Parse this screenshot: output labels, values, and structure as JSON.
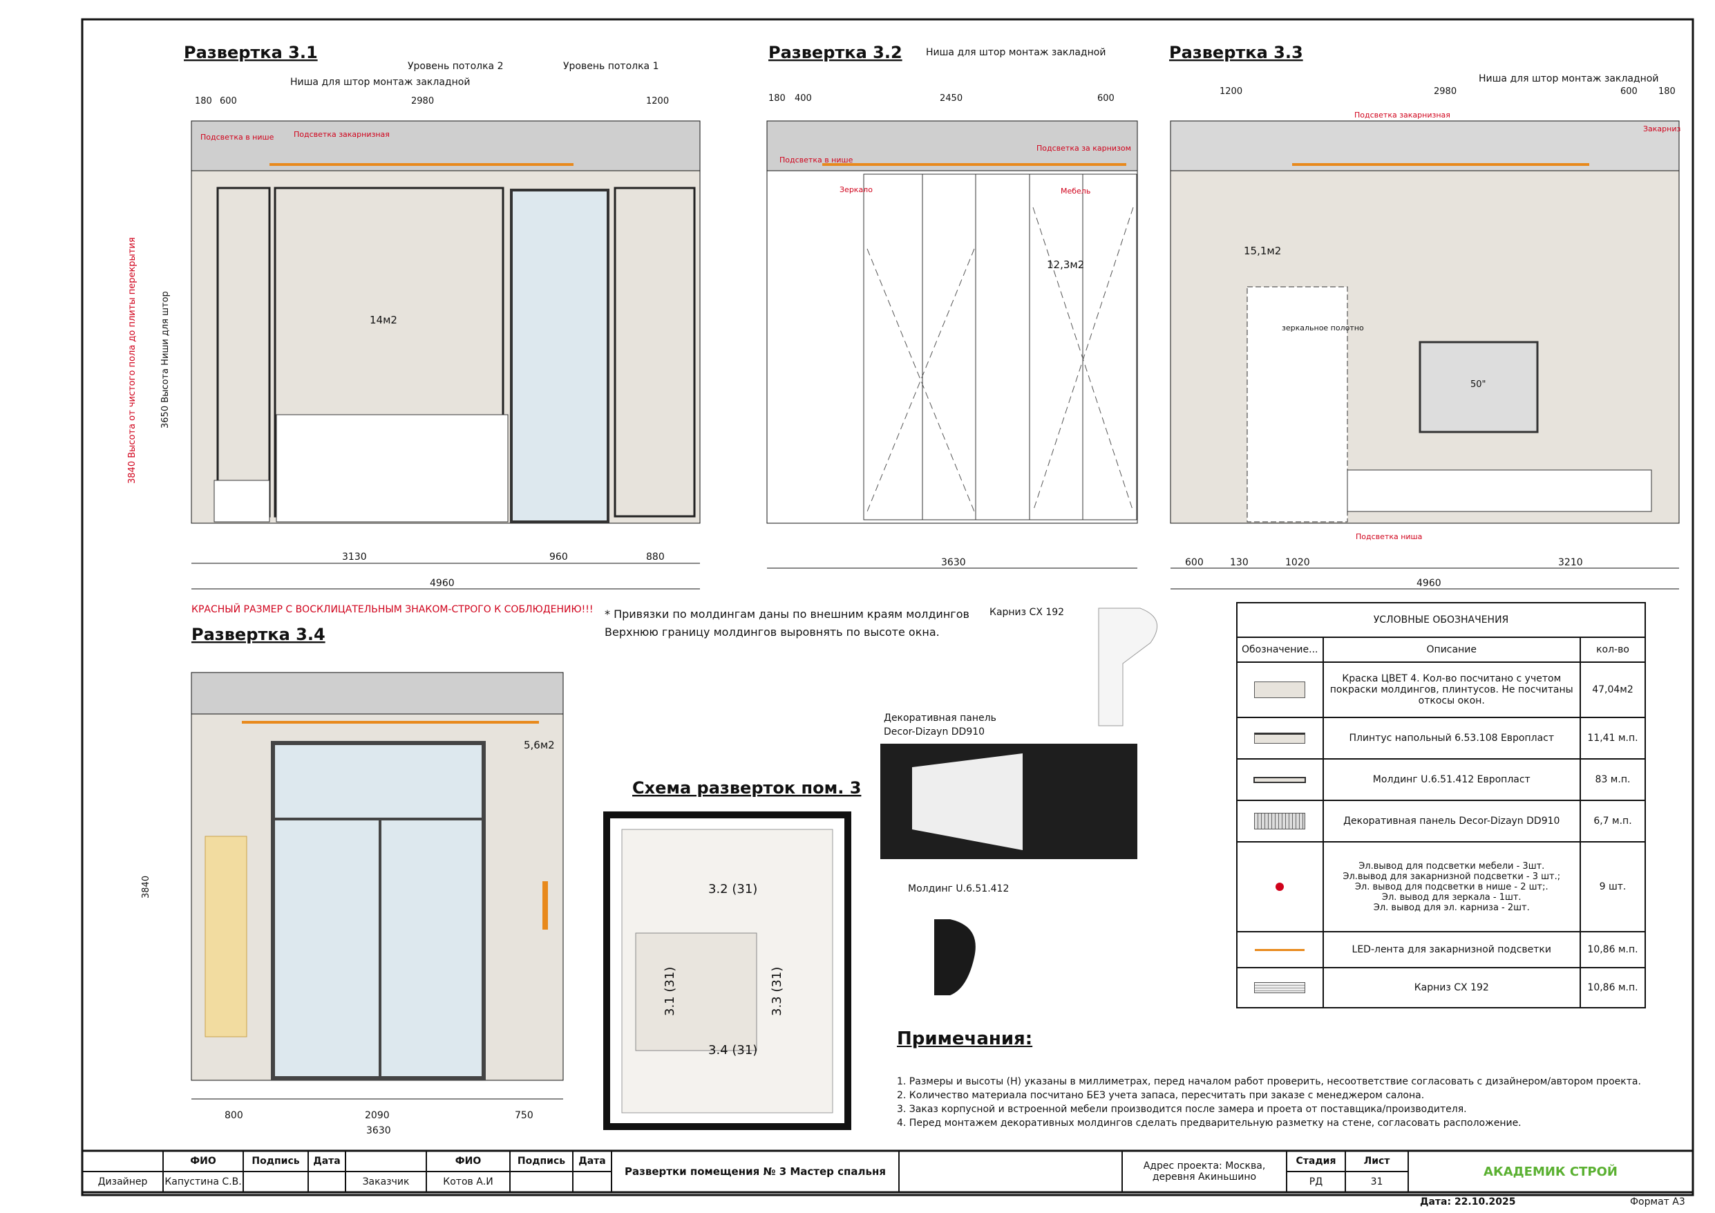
{
  "views": {
    "v31": {
      "title": "Развертка 3.1",
      "area": "14м2",
      "labels": [
        "Ниша для штор монтаж закладной",
        "Уровень потолка 2",
        "Уровень потолка 1",
        "Подсветка в нише",
        "Подсветка закарнизная",
        "3840 Высота от чистого пола до плиты перекрытия",
        "3650 Высота Ниши для штор"
      ],
      "dims_top": [
        "180",
        "600",
        "2980",
        "1200"
      ],
      "dims_bottom": [
        "3130",
        "960",
        "880"
      ],
      "total": "4960"
    },
    "v32": {
      "title": "Развертка 3.2",
      "area": "12,3м2",
      "labels": [
        "Ниша для штор монтаж закладной",
        "Подсветка в нише",
        "Зеркало",
        "Подсветка за карнизом",
        "Мебель"
      ],
      "dims_top": [
        "180",
        "400",
        "2450",
        "600"
      ],
      "total": "3630"
    },
    "v33": {
      "title": "Развертка 3.3",
      "area": "15,1м2",
      "labels": [
        "Ниша для штор монтаж закладной",
        "Подсветка закарнизная",
        "Закарниз",
        "зеркальное полотно",
        "50\"",
        "Подсветка ниша"
      ],
      "dims_top": [
        "1200",
        "2980",
        "600",
        "180"
      ],
      "dims_bottom": [
        "600",
        "130",
        "1020",
        "3210"
      ],
      "total": "4960"
    },
    "v34": {
      "title": "Развертка 3.4",
      "area": "5,6м2",
      "dims_bottom": [
        "800",
        "2090",
        "750"
      ],
      "total": "3630",
      "height": "3840"
    }
  },
  "warning": "КРАСНЫЙ РАЗМЕР С ВОСКЛИЦАТЕЛЬНЫМ ЗНАКОМ-СТРОГО К СОБЛЮДЕНИЮ!!!",
  "note_line1": "* Привязки по молдингам даны по внешним краям молдингов",
  "note_line2": "Верхнюю границу молдингов выровнять по высоте окна.",
  "cornice_label": "Карниз СХ 192",
  "panel_label1": "Декоративная панель",
  "panel_label2": "Decor-Dizayn DD910",
  "molding_label": "Молдинг U.6.51.412",
  "scheme": {
    "title": "Схема разверток пом. 3",
    "marks": [
      "3.2 (31)",
      "3.1 (31)",
      "3.3 (31)",
      "3.4 (31)"
    ]
  },
  "legend": {
    "title": "УСЛОВНЫЕ ОБОЗНАЧЕНИЯ",
    "headers": [
      "Обозначение...",
      "Описание",
      "кол-во"
    ],
    "rows": [
      {
        "icon": "paint-swatch",
        "desc": "Краска ЦВЕТ 4. Кол-во посчитано с учетом покраски молдингов, плинтусов. Не посчитаны откосы окон.",
        "qty": "47,04м2"
      },
      {
        "icon": "plinth",
        "desc": "Плинтус напольный 6.53.108 Европласт",
        "qty": "11,41 м.п."
      },
      {
        "icon": "molding",
        "desc": "Молдинг U.6.51.412 Европласт",
        "qty": "83  м.п."
      },
      {
        "icon": "decor-panel",
        "desc": "Декоративная панель Decor-Dizayn DD910",
        "qty": "6,7 м.п."
      },
      {
        "icon": "electrical-outlet",
        "desc": "Эл.вывод для подсветки мебели - 3шт.\nЭл.вывод для закарнизной подсветки - 3 шт.;\nЭл. вывод для подсветки в нише - 2 шт;.\nЭл. вывод для зеркала - 1шт.\nЭл. вывод для эл. карниза - 2шт.",
        "qty": "9  шт."
      },
      {
        "icon": "led-strip",
        "desc": "LED-лента для закарнизной подсветки",
        "qty": "10,86 м.п."
      },
      {
        "icon": "cornice",
        "desc": "Карниз СХ 192",
        "qty": "10,86 м.п."
      }
    ]
  },
  "notes": {
    "title": "Примечания:",
    "items": [
      "1.   Размеры и высоты (Н) указаны в миллиметрах, перед началом работ проверить, несоответствие согласовать с дизайнером/автором проекта.",
      "2.   Количество материала посчитано БЕЗ учета запаса, пересчитать при заказе с менеджером салона.",
      "3.   Заказ корпусной и встроенной мебели производится после замера и проета от поставщика/производителя.",
      "4.   Перед монтажем декоративных молдингов сделать предварительную разметку на стене, согласовать расположение."
    ]
  },
  "titleblock": {
    "fio": "ФИО",
    "sign": "Подпись",
    "date": "Дата",
    "designer_role": "Дизайнер",
    "designer_name": "Капустина С.В.",
    "client_role": "Заказчик",
    "client_name": "Котов А.И",
    "sheet_title": "Развертки помещения № 3 Мастер спальня",
    "address": "Адрес проекта: Москва, деревня Акиньшино",
    "stage_h": "Стадия",
    "stage": "РД",
    "sheet_h": "Лист",
    "sheet": "31",
    "logo": "АКАДЕМИК СТРОЙ",
    "date_label": "Дата: 22.10.2025",
    "format": "Формат А3"
  },
  "colors": {
    "red": "#d0021b",
    "orange": "#e8891c",
    "wall": "#e7e3dc",
    "glass": "#dde8ee"
  }
}
